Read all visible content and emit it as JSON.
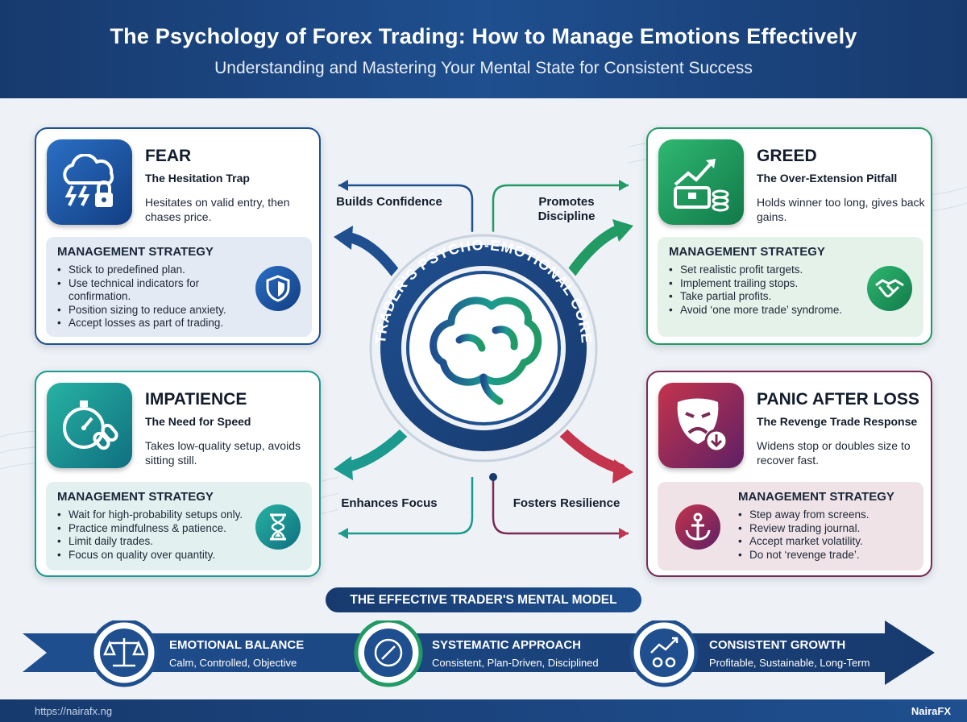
{
  "header": {
    "title": "The Psychology of Forex Trading: How to Manage Emotions Effectively",
    "subtitle": "Understanding and Mastering Your Mental State for Consistent Success"
  },
  "cards": {
    "fear": {
      "title": "FEAR",
      "subtitle": "The Hesitation Trap",
      "description": "Hesitates on valid entry, then chases price.",
      "strategy_heading": "MANAGEMENT STRATEGY",
      "strategies": [
        "Stick to predefined plan.",
        "Use technical indicators for confirmation.",
        "Position sizing to reduce anxiety.",
        "Accept losses as part of trading."
      ],
      "icon": "cloud-lightning-lock-icon",
      "strategy_icon": "shield-icon"
    },
    "greed": {
      "title": "GREED",
      "subtitle": "The Over-Extension Pitfall",
      "description": "Holds winner too long, gives back gains.",
      "strategy_heading": "MANAGEMENT STRATEGY",
      "strategies": [
        "Set realistic profit targets.",
        "Implement trailing stops.",
        "Take partial profits.",
        "Avoid ‘one more trade’ syndrome."
      ],
      "icon": "money-chest-chart-icon",
      "strategy_icon": "handshake-icon"
    },
    "impatience": {
      "title": "IMPATIENCE",
      "subtitle": "The Need for Speed",
      "description": "Takes low-quality setup, avoids sitting still.",
      "strategy_heading": "MANAGEMENT STRATEGY",
      "strategies": [
        "Wait for high-probability setups only.",
        "Practice mindfulness & patience.",
        "Limit daily trades.",
        "Focus on quality over quantity."
      ],
      "icon": "stopwatch-chain-icon",
      "strategy_icon": "hourglass-icon"
    },
    "panic": {
      "title": "PANIC AFTER LOSS",
      "subtitle": "The Revenge Trade Response",
      "description": "Widens stop or doubles size to recover fast.",
      "strategy_heading": "MANAGEMENT STRATEGY",
      "strategies": [
        "Step away from screens.",
        "Review trading journal.",
        "Accept market volatility.",
        "Do not ‘revenge trade’."
      ],
      "icon": "tragedy-mask-icon",
      "strategy_icon": "anchor-icon"
    }
  },
  "center": {
    "ring_text": "TRADER'S PSYCHO-EMOTIONAL CORE",
    "icon": "brain-icon",
    "labels": {
      "top_left": "Builds Confidence",
      "top_right": "Promotes Discipline",
      "bottom_left": "Enhances Focus",
      "bottom_right": "Fosters Resilience"
    }
  },
  "model": {
    "title": "THE EFFECTIVE TRADER'S MENTAL MODEL",
    "steps": [
      {
        "title": "EMOTIONAL BALANCE",
        "desc": "Calm, Controlled, Objective",
        "icon": "scales-icon"
      },
      {
        "title": "SYSTEMATIC APPROACH",
        "desc": "Consistent, Plan-Driven, Disciplined",
        "icon": "compass-icon"
      },
      {
        "title": "CONSISTENT GROWTH",
        "desc": "Profitable, Sustainable, Long-Term",
        "icon": "growth-gears-icon"
      }
    ]
  },
  "footer": {
    "url": "https://nairafx.ng",
    "brand": "NairaFX"
  },
  "colors": {
    "navy": "#1f4f8f",
    "green": "#229a64",
    "teal": "#1c9a8f",
    "red": "#c4344c",
    "purple": "#7a2a55"
  }
}
